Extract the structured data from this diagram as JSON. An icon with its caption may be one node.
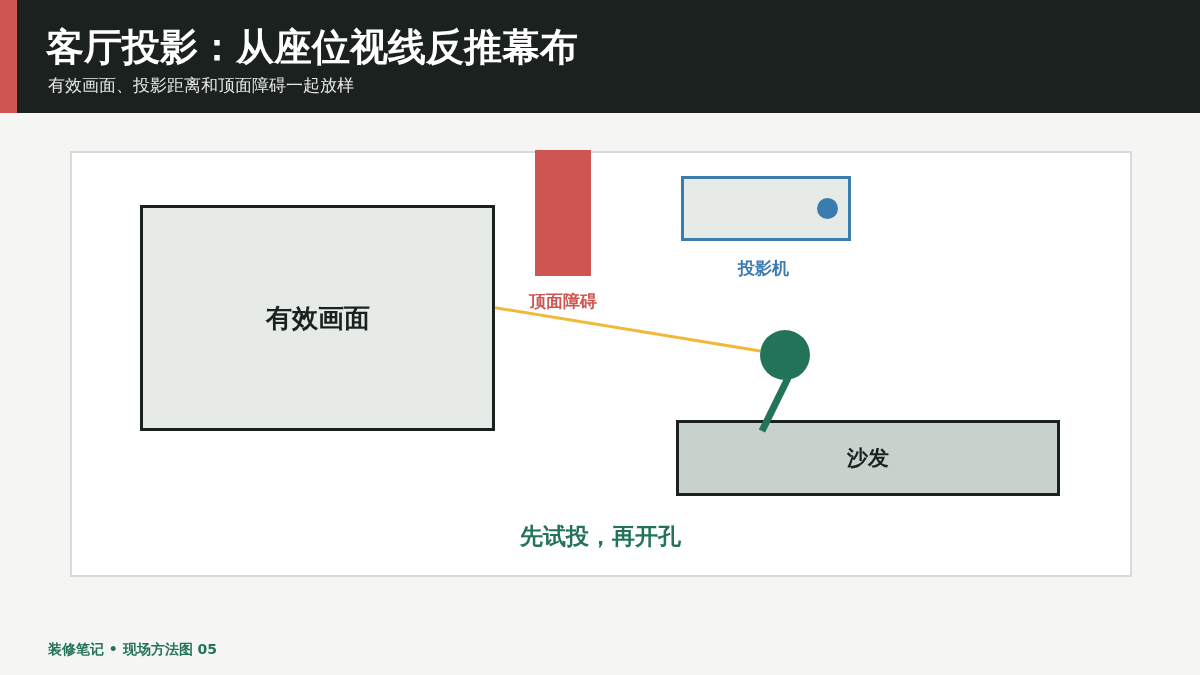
{
  "diagram": {
    "title": "客厅投影：从座位视线反推幕布",
    "nodes": [
      {
        "text": [
          "有效画面"
        ]
      },
      {
        "text": [
          "顶面障碍"
        ]
      },
      {
        "text": [
          "投影机"
        ]
      },
      {
        "text": [],
        "shape": "person"
      },
      {
        "text": [
          "沙发"
        ]
      }
    ],
    "edges": [
      {
        "from": 3,
        "to": 0,
        "arrow": "none",
        "color": "#f0b93a"
      }
    ],
    "labels": [
      "有效画面、投影距离和顶面障碍一起放样",
      "先试投，再开孔",
      "装修笔记 • 现场方法图 05"
    ]
  }
}
